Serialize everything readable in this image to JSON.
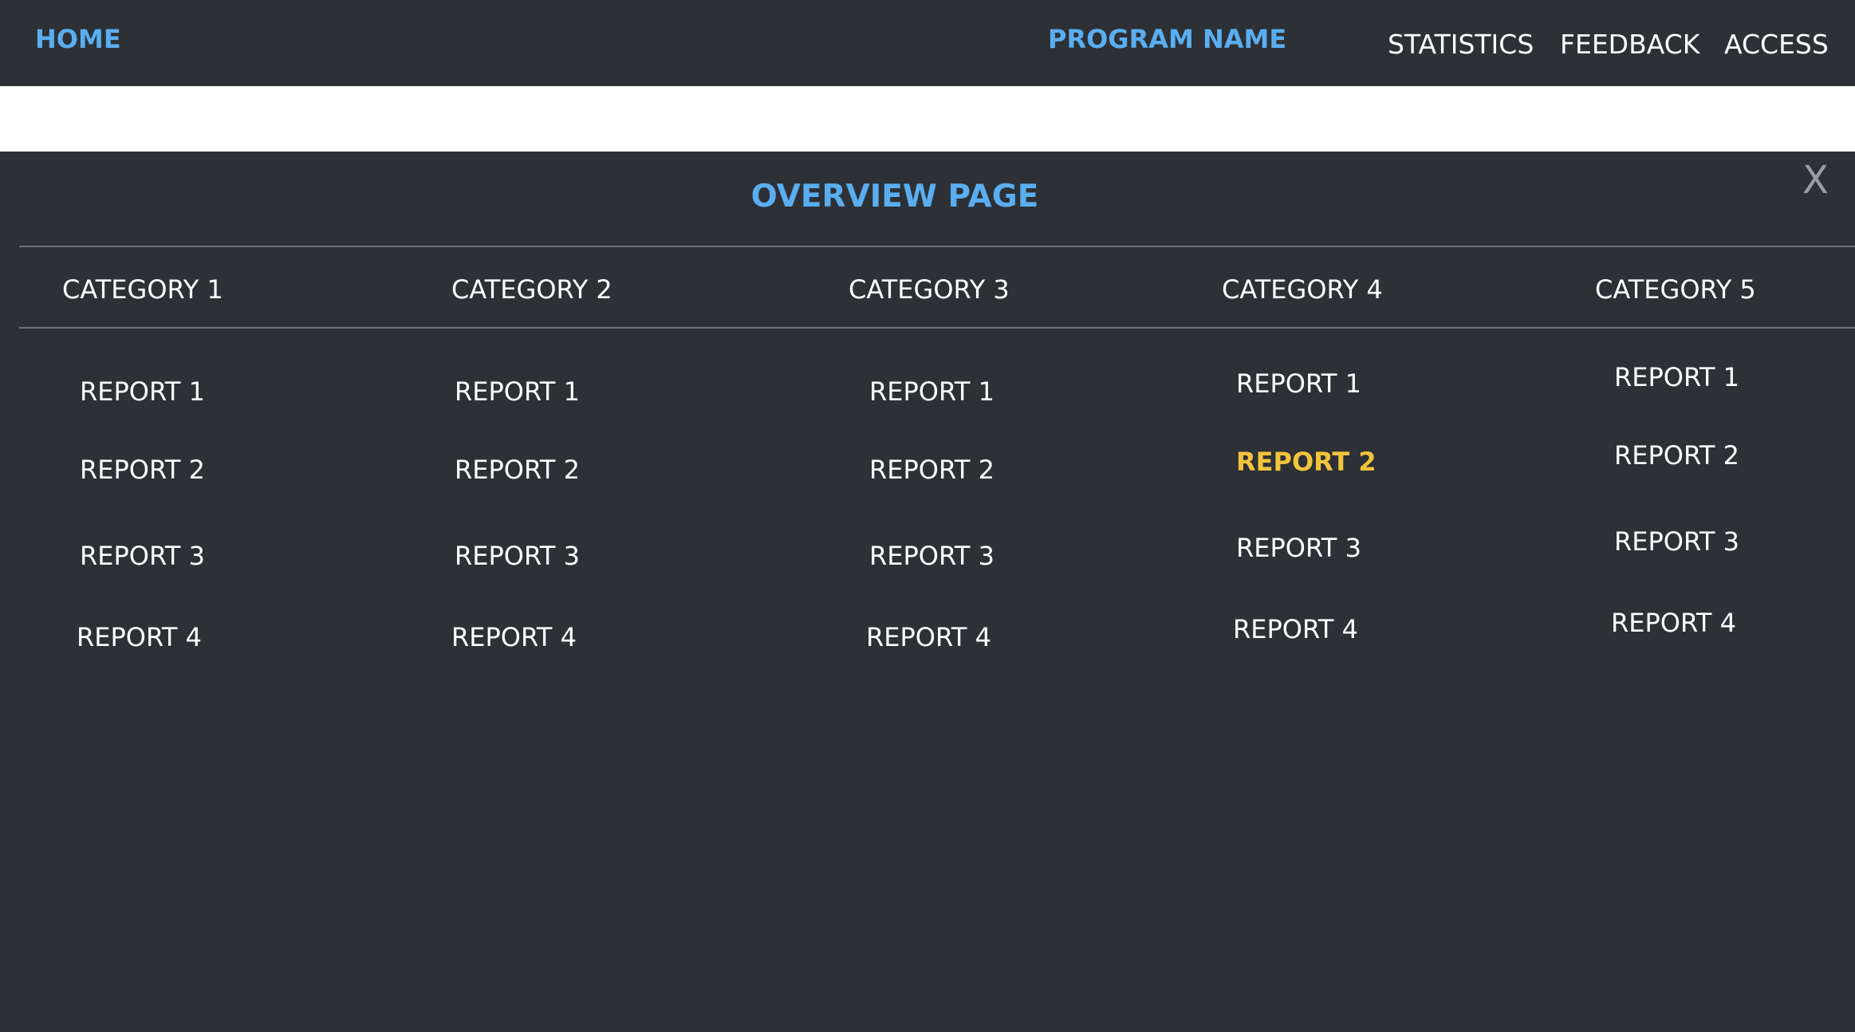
{
  "nav": {
    "home": "HOME",
    "program_name": "PROGRAM NAME",
    "statistics": "STATISTICS",
    "feedback": "FEEDBACK",
    "access": "ACCESS"
  },
  "overview": {
    "title": "OVERVIEW PAGE",
    "close": "X"
  },
  "categories": [
    {
      "label": "CATEGORY 1",
      "reports": [
        "REPORT 1",
        "REPORT 2",
        "REPORT 3",
        "REPORT 4"
      ]
    },
    {
      "label": "CATEGORY 2",
      "reports": [
        "REPORT 1",
        "REPORT 2",
        "REPORT 3",
        "REPORT 4"
      ]
    },
    {
      "label": "CATEGORY 3",
      "reports": [
        "REPORT 1",
        "REPORT 2",
        "REPORT 3",
        "REPORT 4"
      ]
    },
    {
      "label": "CATEGORY 4",
      "reports": [
        "REPORT 1",
        "REPORT 2",
        "REPORT 3",
        "REPORT 4"
      ],
      "active_report": "REPORT 2"
    },
    {
      "label": "CATEGORY 5",
      "reports": [
        "REPORT 1",
        "REPORT 2",
        "REPORT 3",
        "REPORT 4"
      ]
    }
  ],
  "colors": {
    "background": "#2d3035",
    "accent_blue": "#5aaef0",
    "active_yellow": "#f2c43d",
    "text": "#ffffff"
  }
}
